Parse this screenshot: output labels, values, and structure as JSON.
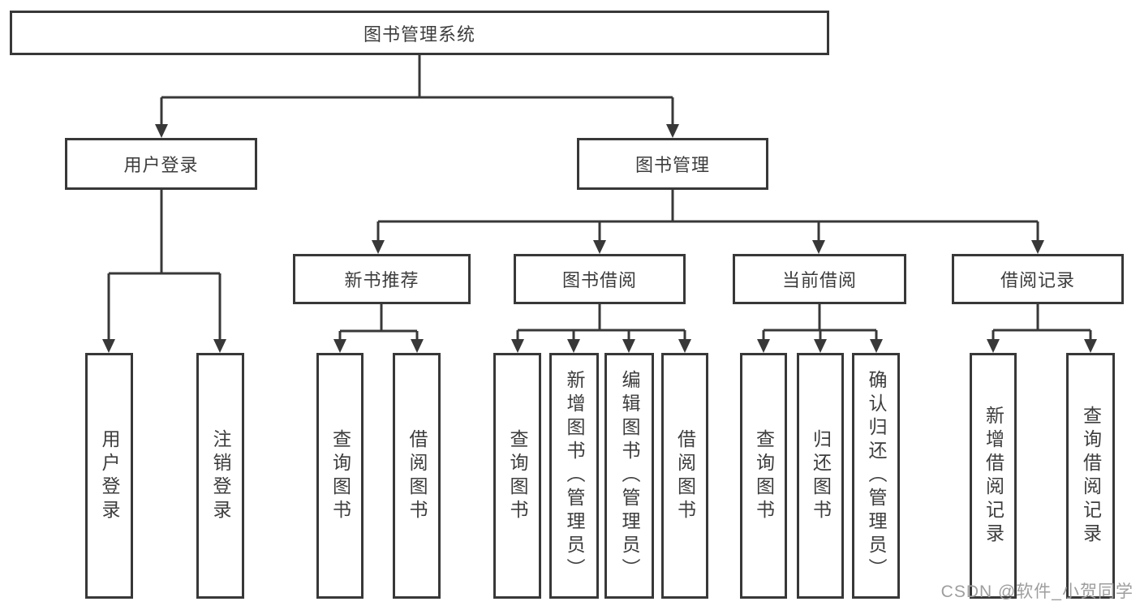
{
  "diagram": {
    "root": {
      "label": "图书管理系统"
    },
    "branches": [
      {
        "label": "用户登录",
        "children": [
          {
            "label": "用户登录"
          },
          {
            "label": "注销登录"
          }
        ]
      },
      {
        "label": "图书管理",
        "children": [
          {
            "label": "新书推荐",
            "children": [
              {
                "label": "查询图书"
              },
              {
                "label": "借阅图书"
              }
            ]
          },
          {
            "label": "图书借阅",
            "children": [
              {
                "label": "查询图书"
              },
              {
                "label": "新增图书（管理员）"
              },
              {
                "label": "编辑图书（管理员）"
              },
              {
                "label": "借阅图书"
              }
            ]
          },
          {
            "label": "当前借阅",
            "children": [
              {
                "label": "查询图书"
              },
              {
                "label": "归还图书"
              },
              {
                "label": "确认归还（管理员）"
              }
            ]
          },
          {
            "label": "借阅记录",
            "children": [
              {
                "label": "新增借阅记录"
              },
              {
                "label": "查询借阅记录"
              }
            ]
          }
        ]
      }
    ]
  },
  "watermark": {
    "text": "CSDN @软件_小贺同学"
  },
  "colors": {
    "line": "#383838",
    "box_border": "#383838",
    "box_fill": "#ffffff",
    "text_primary": "#3d3d3d",
    "watermark": "#9e9e9e",
    "background": "#ffffff"
  }
}
